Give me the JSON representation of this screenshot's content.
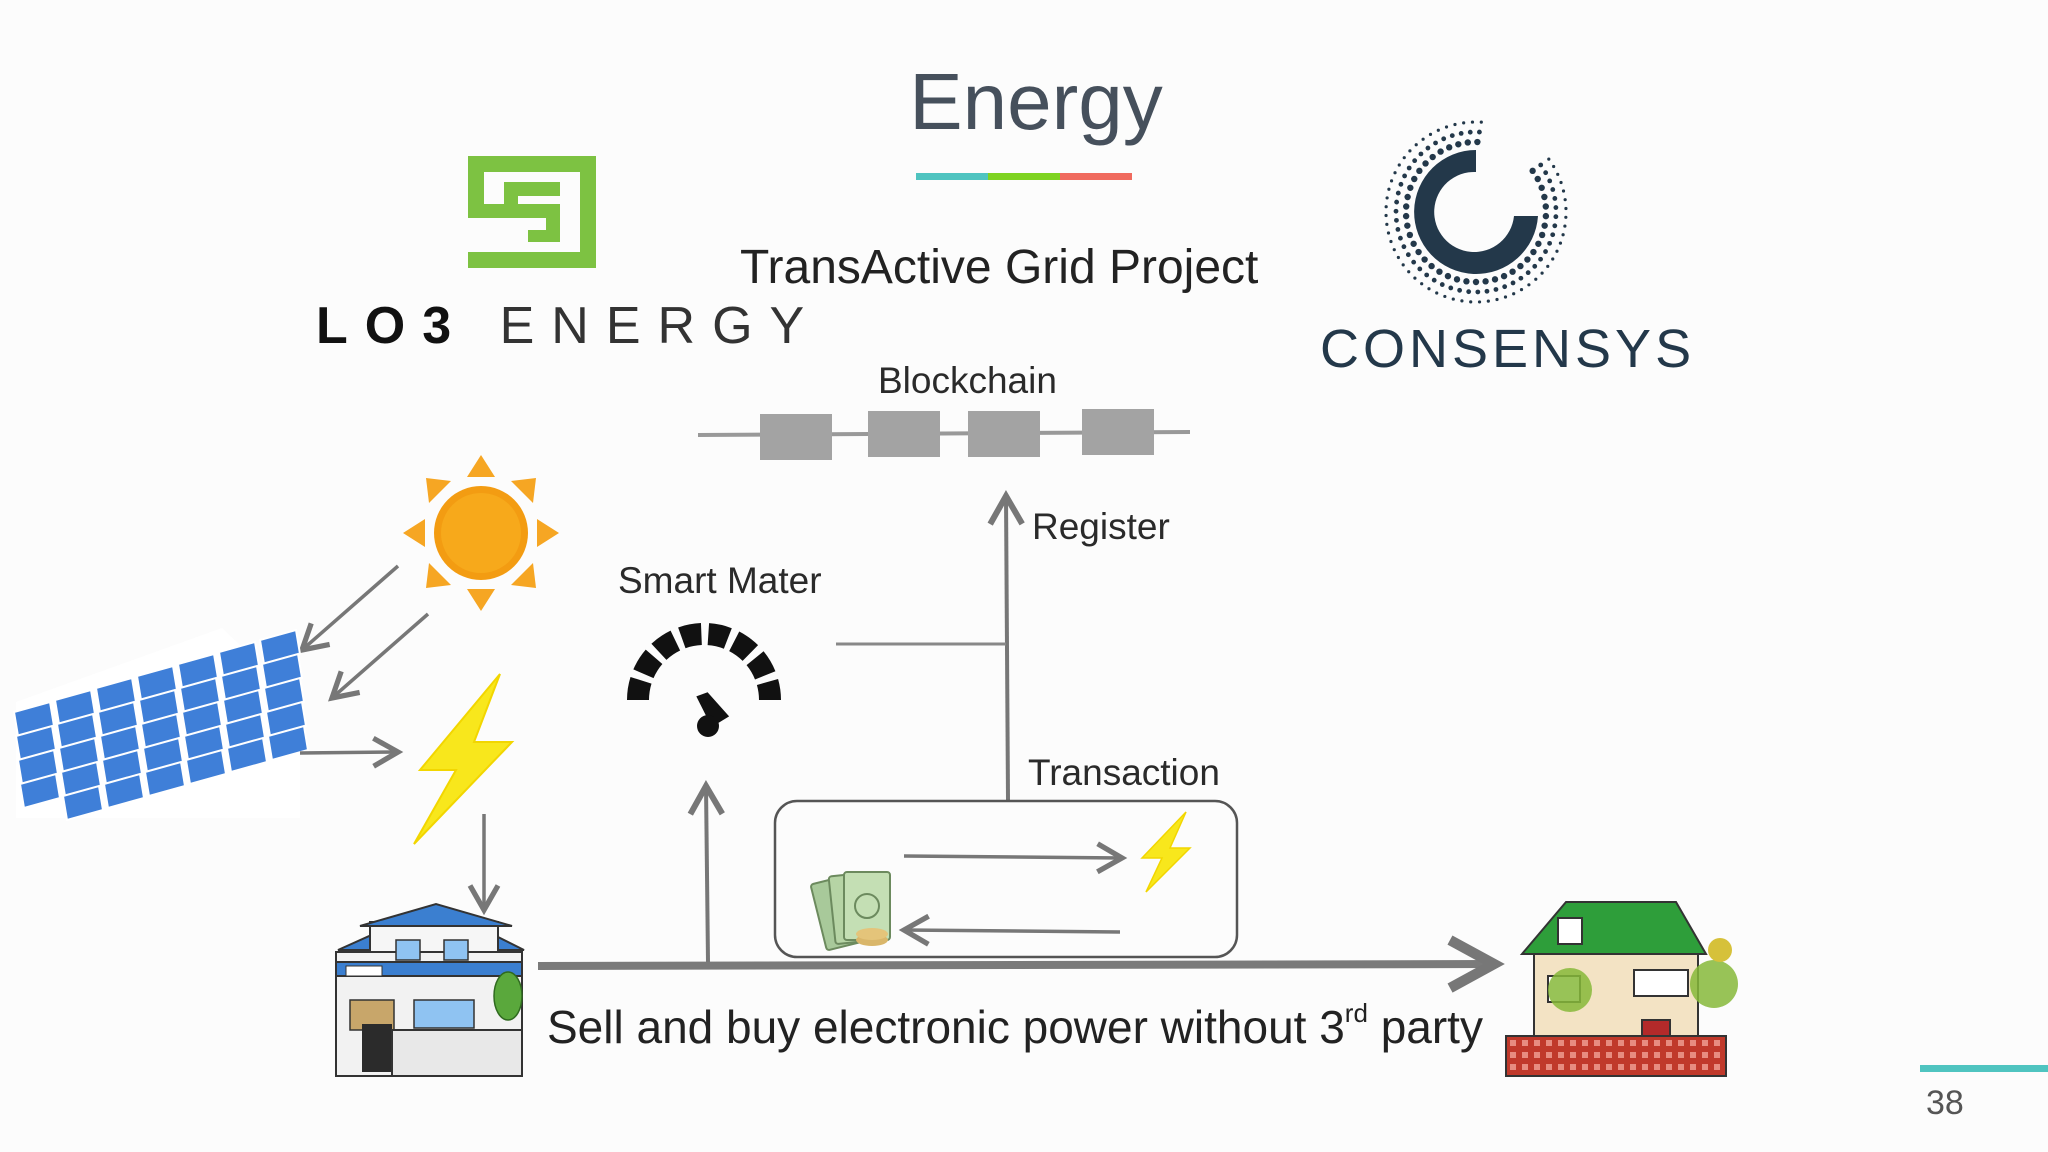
{
  "slide": {
    "title": "Energy",
    "subtitle": "TransActive Grid Project",
    "caption_main": "Sell and buy electronic power without 3",
    "caption_sup": "rd",
    "caption_end": " party",
    "page_number": "38",
    "accent_colors": [
      "#4fc4c0",
      "#7ed321",
      "#f06a5e"
    ]
  },
  "logos": {
    "lo3": {
      "bold": "LO3",
      "rest": "ENERGY",
      "color": "#7dc242"
    },
    "consensys": {
      "text": "CONSENSYS",
      "color": "#23384a"
    }
  },
  "diagram": {
    "blockchain_label": "Blockchain",
    "register_label": "Register",
    "smart_meter_label": "Smart Mater",
    "transaction_label": "Transaction",
    "block_count": 4
  },
  "icons": [
    "sun-icon",
    "solar-panel-icon",
    "lightning-icon",
    "meter-icon",
    "house-icon",
    "green-house-icon",
    "money-icon"
  ]
}
